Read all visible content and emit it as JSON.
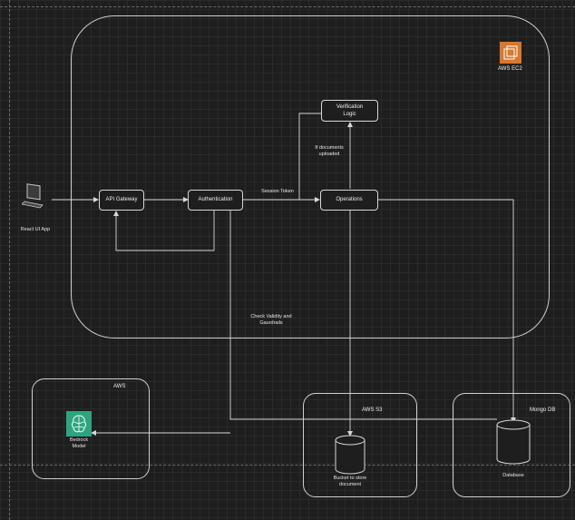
{
  "containers": {
    "ec2_title": "AWS EC2",
    "aws_title": "AWS",
    "s3_title": "AWS S3",
    "mongo_title": "Mongo DB"
  },
  "nodes": {
    "react_app": "React UI App",
    "api_gateway": "API Gateway",
    "authentication": "Authentication",
    "operations": "Operations",
    "verification_logic": "Verification\nLogic",
    "bedrock_model": "Bedrock\nModel",
    "bucket": "Bucket to store\ndocument",
    "database": "Database"
  },
  "edge_labels": {
    "session_token": "Session Token",
    "if_documents_uploaded": "If documents\nuploaded",
    "check_validity": "Check Validity and\nGaurdrails"
  },
  "colors": {
    "ec2_icon": "#d9772b",
    "bedrock_icon": "#2fa37f",
    "lines": "#d8d8d8"
  },
  "icons": {
    "ec2": "ec2-icon",
    "laptop": "laptop-icon",
    "bedrock": "bedrock-icon"
  }
}
